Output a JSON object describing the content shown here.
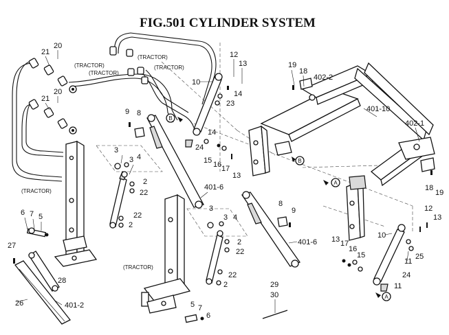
{
  "title": "FIG.501  CYLINDER SYSTEM",
  "tractor_labels": [
    {
      "id": "t-hose-1",
      "text": "(TRACTOR)"
    },
    {
      "id": "t-hose-2",
      "text": "(TRACTOR)"
    },
    {
      "id": "t-hose-3",
      "text": "(TRACTOR)"
    },
    {
      "id": "t-hose-4",
      "text": "(TRACTOR)"
    },
    {
      "id": "t-frame-left",
      "text": "(TRACTOR)"
    },
    {
      "id": "t-frame-center",
      "text": "(TRACTOR)"
    }
  ],
  "callouts": [
    {
      "id": "c20a",
      "text": "20"
    },
    {
      "id": "c21a",
      "text": "21"
    },
    {
      "id": "c20b",
      "text": "20"
    },
    {
      "id": "c21b",
      "text": "21"
    },
    {
      "id": "c12a",
      "text": "12"
    },
    {
      "id": "c13a",
      "text": "13"
    },
    {
      "id": "c10a",
      "text": "10"
    },
    {
      "id": "c14a",
      "text": "14"
    },
    {
      "id": "c23",
      "text": "23"
    },
    {
      "id": "c19a",
      "text": "19"
    },
    {
      "id": "c18a",
      "text": "18"
    },
    {
      "id": "c402-2",
      "text": "402-2"
    },
    {
      "id": "c401-10",
      "text": "401-10"
    },
    {
      "id": "c402-1",
      "text": "402-1"
    },
    {
      "id": "c9a",
      "text": "9"
    },
    {
      "id": "c8a",
      "text": "8"
    },
    {
      "id": "c14b",
      "text": "14"
    },
    {
      "id": "c24a",
      "text": "24"
    },
    {
      "id": "c15a",
      "text": "15"
    },
    {
      "id": "c16a",
      "text": "16"
    },
    {
      "id": "c17a",
      "text": "17"
    },
    {
      "id": "c13b",
      "text": "13"
    },
    {
      "id": "c3a",
      "text": "3"
    },
    {
      "id": "c3b",
      "text": "3"
    },
    {
      "id": "c4a",
      "text": "4"
    },
    {
      "id": "c2a",
      "text": "2"
    },
    {
      "id": "c22a",
      "text": "22"
    },
    {
      "id": "c22b",
      "text": "22"
    },
    {
      "id": "c2b",
      "text": "2"
    },
    {
      "id": "c401-6a",
      "text": "401-6"
    },
    {
      "id": "c6a",
      "text": "6"
    },
    {
      "id": "c7a",
      "text": "7"
    },
    {
      "id": "c5a",
      "text": "5"
    },
    {
      "id": "c27",
      "text": "27"
    },
    {
      "id": "c28",
      "text": "28"
    },
    {
      "id": "c26",
      "text": "26"
    },
    {
      "id": "c401-2",
      "text": "401-2"
    },
    {
      "id": "c3c",
      "text": "3"
    },
    {
      "id": "c3d",
      "text": "3"
    },
    {
      "id": "c4b",
      "text": "4"
    },
    {
      "id": "c2c",
      "text": "2"
    },
    {
      "id": "c22c",
      "text": "22"
    },
    {
      "id": "c22d",
      "text": "22"
    },
    {
      "id": "c2d",
      "text": "2"
    },
    {
      "id": "c8b",
      "text": "8"
    },
    {
      "id": "c9b",
      "text": "9"
    },
    {
      "id": "c401-6b",
      "text": "401-6"
    },
    {
      "id": "c5b",
      "text": "5"
    },
    {
      "id": "c7b",
      "text": "7"
    },
    {
      "id": "c6b",
      "text": "6"
    },
    {
      "id": "c29",
      "text": "29"
    },
    {
      "id": "c30",
      "text": "30"
    },
    {
      "id": "c18b",
      "text": "18"
    },
    {
      "id": "c19b",
      "text": "19"
    },
    {
      "id": "c12b",
      "text": "12"
    },
    {
      "id": "c13c",
      "text": "13"
    },
    {
      "id": "c10b",
      "text": "10"
    },
    {
      "id": "c13d",
      "text": "13"
    },
    {
      "id": "c17b",
      "text": "17"
    },
    {
      "id": "c16b",
      "text": "16"
    },
    {
      "id": "c15b",
      "text": "15"
    },
    {
      "id": "c11a",
      "text": "11"
    },
    {
      "id": "c25",
      "text": "25"
    },
    {
      "id": "c24b",
      "text": "24"
    },
    {
      "id": "c11b",
      "text": "11"
    }
  ],
  "markers": [
    {
      "id": "m-a1",
      "text": "A"
    },
    {
      "id": "m-a2",
      "text": "A"
    },
    {
      "id": "m-b1",
      "text": "B"
    },
    {
      "id": "m-b2",
      "text": "B"
    }
  ]
}
